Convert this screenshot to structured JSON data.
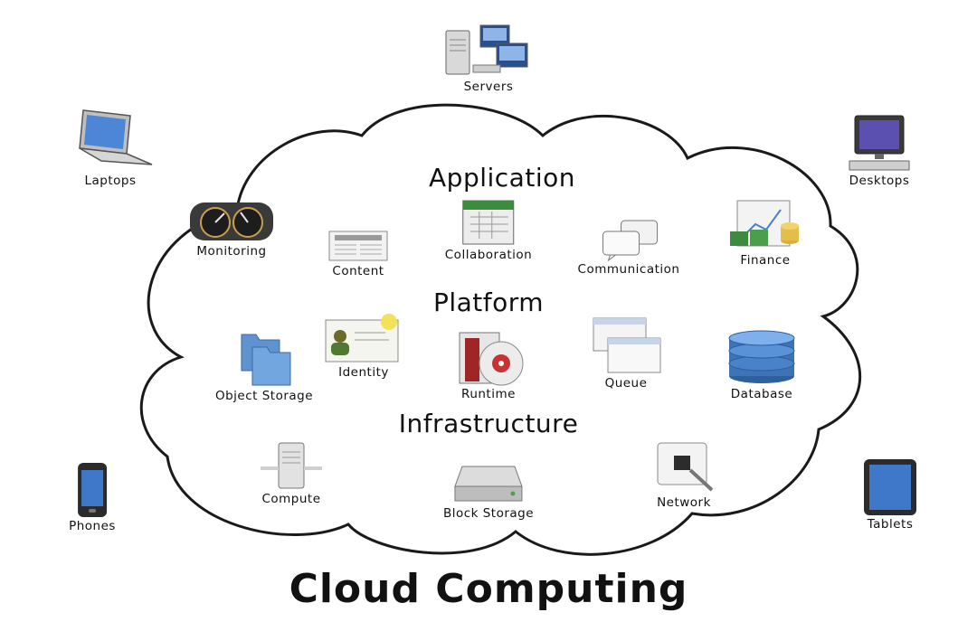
{
  "title": "Cloud Computing",
  "layers": {
    "application": "Application",
    "platform": "Platform",
    "infrastructure": "Infrastructure"
  },
  "devices": {
    "servers": "Servers",
    "laptops": "Laptops",
    "desktops": "Desktops",
    "phones": "Phones",
    "tablets": "Tablets"
  },
  "application_items": {
    "monitoring": "Monitoring",
    "content": "Content",
    "collaboration": "Collaboration",
    "communication": "Communication",
    "finance": "Finance"
  },
  "platform_items": {
    "object_storage": "Object Storage",
    "identity": "Identity",
    "runtime": "Runtime",
    "queue": "Queue",
    "database": "Database"
  },
  "infrastructure_items": {
    "compute": "Compute",
    "block_storage": "Block Storage",
    "network": "Network"
  }
}
